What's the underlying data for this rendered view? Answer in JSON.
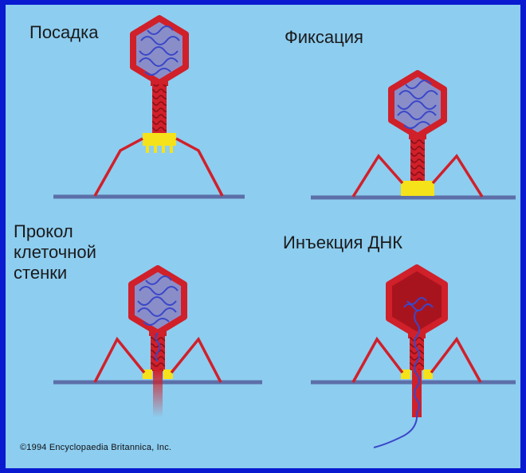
{
  "labels": {
    "stage1": "Посадка",
    "stage2": "Фиксация",
    "stage3_line1": "Прокол",
    "stage3_line2": "клеточной",
    "stage3_line3": "стенки",
    "stage4": "Инъекция ДНК"
  },
  "credit": "©1994 Encyclopaedia Britannica, Inc.",
  "colors": {
    "border": "#0a1ad0",
    "background": "#8dcdf0",
    "phage_red": "#d0202a",
    "phage_dark": "#a0101a",
    "head_fill": "#8a8ec8",
    "dna_blue": "#3a47c8",
    "baseplate_yellow": "#f5e21a",
    "membrane": "#5c6fa8"
  }
}
